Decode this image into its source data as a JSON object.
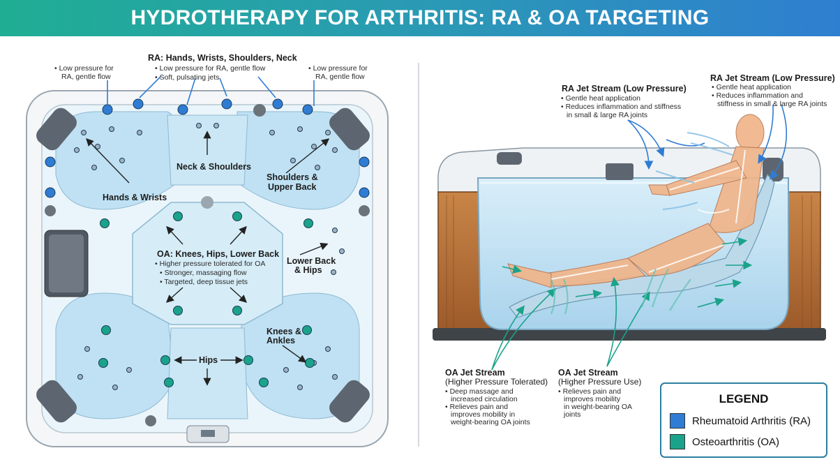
{
  "title": "HYDROTHERAPY FOR ARTHRITIS: RA & OA TARGETING",
  "colors": {
    "ra": "#2f7cd4",
    "oa": "#1aa38a",
    "water": "#cfe8f6",
    "wood": "#b9733c"
  },
  "left": {
    "ra_header": "RA: Hands, Wrists, Shoulders, Neck",
    "ra_header_lines": [
      "• Low pressure for RA, gentle flow",
      "• Soft, pulsating jets"
    ],
    "low_left": [
      "• Low pressure for",
      "RA, gentle flow"
    ],
    "low_right": [
      "• Low pressure for",
      "RA, gentle flow"
    ],
    "zones": {
      "neck": "Neck & Shoulders",
      "hands": "Hands & Wrists",
      "shoulders_1": "Shoulders &",
      "shoulders_2": "Upper Back",
      "lowback_1": "Lower Back",
      "lowback_2": "& Hips",
      "knees_1": "Knees &",
      "knees_2": "Ankles",
      "hips": "Hips"
    },
    "oa_center": {
      "title": "OA: Knees, Hips, Lower Back",
      "lines": [
        "• Higher pressure tolerated for OA",
        "• Stronger, massaging flow",
        "• Targeted, deep tissue jets"
      ]
    }
  },
  "right": {
    "ra1": {
      "title": "RA Jet Stream (Low Pressure)",
      "lines": [
        "• Gentle heat application",
        "• Reduces inflammation and stiffness",
        "in small & large RA joints"
      ]
    },
    "ra2": {
      "title": "RA Jet Stream (Low Pressure)",
      "lines": [
        "• Gentle heat application",
        "• Reduces inflammation and",
        "stiffness in small & large RA joints"
      ]
    },
    "oa1": {
      "title": "OA Jet Stream",
      "subtitle": "(Higher Pressure Tolerated)",
      "lines": [
        "• Deep massage and",
        "increased circulation",
        "• Relieves pain and",
        "improves mobility in",
        "weight-bearing OA joints"
      ]
    },
    "oa2": {
      "title": "OA Jet Stream",
      "subtitle": "(Higher Pressure Use)",
      "lines": [
        "• Relieves pain and",
        "improves mobility",
        "in weight-bearing OA",
        "joints"
      ]
    }
  },
  "legend": {
    "title": "LEGEND",
    "items": [
      {
        "label": "Rheumatoid Arthritis (RA)",
        "color": "#2f7cd4"
      },
      {
        "label": "Osteoarthritis (OA)",
        "color": "#1aa38a"
      }
    ]
  }
}
